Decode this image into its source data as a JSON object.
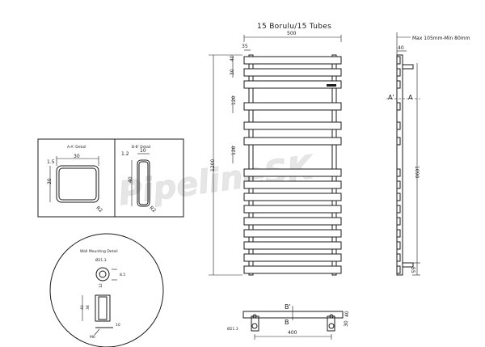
{
  "title": "15 Borulu/15 Tubes",
  "watermark": "PipelineSK",
  "front": {
    "width": "500",
    "side_offset": "35",
    "top_tube_h": "30",
    "top_gap": "40",
    "spacing_a": "120",
    "spacing_b": "120",
    "height": "1200"
  },
  "side": {
    "depth_note": "Max 105mm-Min 80mm",
    "depth": "40",
    "section_left": "A'",
    "section_right": "A",
    "center_height": "1090",
    "bottom": "55"
  },
  "bottom_view": {
    "section_top": "B'",
    "section_bottom": "B",
    "tube_dia": "Ø21.3",
    "center_width": "400",
    "bracket": "30",
    "pipe_h": "40"
  },
  "detail_aa": {
    "title": "A-A' Detail",
    "wall": "1.5",
    "width": "30",
    "height": "30",
    "radius": "R2"
  },
  "detail_bb": {
    "title": "B-B' Detail",
    "wall": "1.2",
    "width": "10",
    "height": "40",
    "radius": "R2"
  },
  "wall_mount": {
    "title": "Wall Mounting Detail",
    "dia": "Ø21.3",
    "depth": "8.5",
    "inner": "12",
    "h1": "40",
    "h2": "38",
    "offset": "10",
    "screw": "M6"
  }
}
